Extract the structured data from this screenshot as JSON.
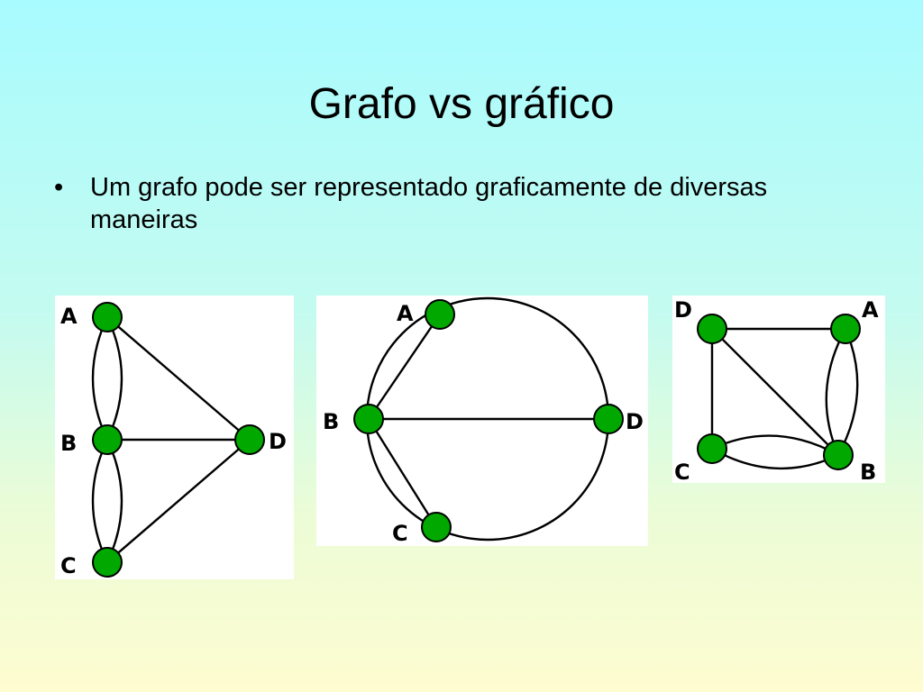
{
  "slide": {
    "title": "Grafo vs gráfico",
    "bullets": [
      {
        "text": "Um grafo pode ser representado graficamente de diversas maneiras"
      }
    ]
  },
  "graphs": [
    {
      "nodes": [
        "A",
        "B",
        "C",
        "D"
      ],
      "edges": [
        [
          "A",
          "B"
        ],
        [
          "A",
          "B"
        ],
        [
          "B",
          "C"
        ],
        [
          "B",
          "C"
        ],
        [
          "A",
          "D"
        ],
        [
          "B",
          "D"
        ],
        [
          "C",
          "D"
        ]
      ]
    },
    {
      "nodes": [
        "A",
        "B",
        "C",
        "D"
      ],
      "edges": [
        [
          "A",
          "B"
        ],
        [
          "A",
          "B"
        ],
        [
          "B",
          "C"
        ],
        [
          "B",
          "C"
        ],
        [
          "A",
          "D"
        ],
        [
          "B",
          "D"
        ],
        [
          "C",
          "D"
        ]
      ]
    },
    {
      "nodes": [
        "D",
        "A",
        "C",
        "B"
      ],
      "edges": [
        [
          "A",
          "B"
        ],
        [
          "A",
          "B"
        ],
        [
          "B",
          "C"
        ],
        [
          "B",
          "C"
        ],
        [
          "A",
          "D"
        ],
        [
          "B",
          "D"
        ],
        [
          "C",
          "D"
        ]
      ]
    }
  ],
  "colors": {
    "node": "#00a800",
    "edge": "#000000"
  }
}
